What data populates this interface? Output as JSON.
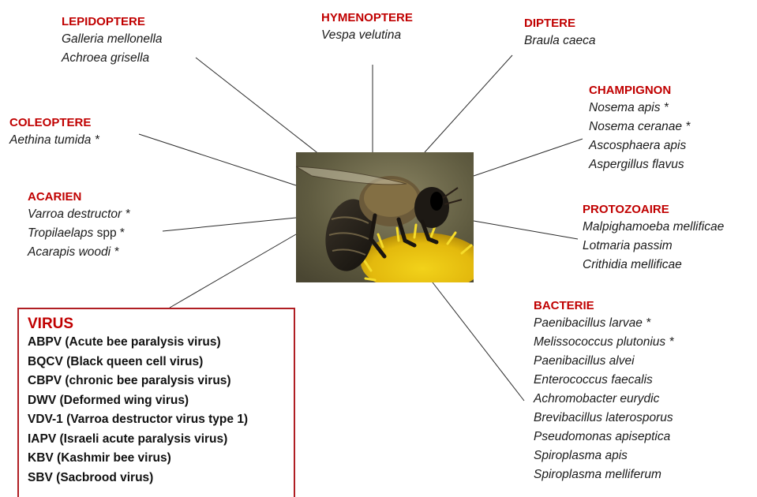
{
  "colors": {
    "heading": "#c00000",
    "box_border": "#b01e23",
    "text": "#1a1a1a"
  },
  "image": {
    "subject": "honeybee-on-yellow-flower-photo"
  },
  "groups": {
    "lepidoptere": {
      "title": "LEPIDOPTERE",
      "items": [
        "Galleria mellonella",
        "Achroea grisella"
      ]
    },
    "hymenoptere": {
      "title": "HYMENOPTERE",
      "items": [
        "Vespa velutina"
      ]
    },
    "diptere": {
      "title": "DIPTERE",
      "items": [
        "Braula caeca"
      ]
    },
    "champignon": {
      "title": "CHAMPIGNON",
      "items": [
        "Nosema apis *",
        "Nosema ceranae *",
        "Ascosphaera apis",
        "Aspergillus flavus"
      ]
    },
    "coleoptere": {
      "title": "COLEOPTERE",
      "items": [
        "Aethina tumida *"
      ]
    },
    "acarien": {
      "title": "ACARIEN",
      "items": [
        "Varroa destructor *",
        "Tropilaelaps",
        "Acarapis woodi *"
      ],
      "item2_suffix": " spp *"
    },
    "protozoaire": {
      "title": "PROTOZOAIRE",
      "items": [
        "Malpighamoeba mellificae",
        "Lotmaria passim",
        "Crithidia mellificae"
      ]
    },
    "bacterie": {
      "title": "BACTERIE",
      "items": [
        "Paenibacillus larvae *",
        "Melissococcus plutonius *",
        "Paenibacillus alvei",
        "Enterococcus faecalis",
        "Achromobacter eurydic",
        "Brevibacillus laterosporus",
        "Pseudomonas apiseptica",
        "Spiroplasma apis",
        "Spiroplasma melliferum"
      ]
    },
    "virus": {
      "title": "VIRUS",
      "items": [
        "ABPV (Acute bee paralysis virus)",
        "BQCV (Black queen cell virus)",
        "CBPV (chronic bee paralysis virus)",
        "DWV (Deformed wing virus)",
        "VDV-1 (Varroa destructor virus type 1)",
        "IAPV (Israeli acute paralysis virus)",
        "KBV (Kashmir bee virus)",
        "SBV (Sacbrood virus)"
      ]
    }
  }
}
